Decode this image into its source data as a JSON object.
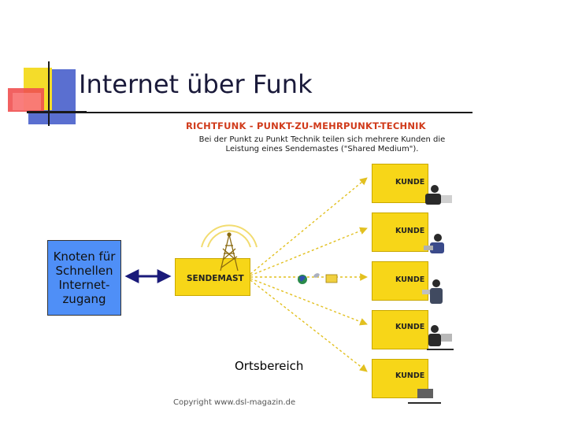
{
  "slide": {
    "title": "Internet über Funk"
  },
  "diagram": {
    "header": "RICHTFUNK - PUNKT-ZU-MEHRPUNKT-TECHNIK",
    "description": "Bei der Punkt zu Punkt Technik teilen sich mehrere Kunden die Leistung eines Sendemastes (\"Shared Medium\").",
    "mast_label": "SENDEMAST",
    "customers": [
      "KUNDE",
      "KUNDE",
      "KUNDE",
      "KUNDE",
      "KUNDE"
    ],
    "area_label": "Ortsbereich",
    "copyright": "Copyright www.dsl-magazin.de"
  },
  "node": {
    "lines": [
      "Knoten für",
      "Schnellen",
      "Internet-",
      "zugang"
    ]
  },
  "colors": {
    "accent_yellow": "#f7d618",
    "header_red": "#d03a1a",
    "node_blue": "#4f8ff7",
    "arrow_navy": "#1a1a7a"
  }
}
